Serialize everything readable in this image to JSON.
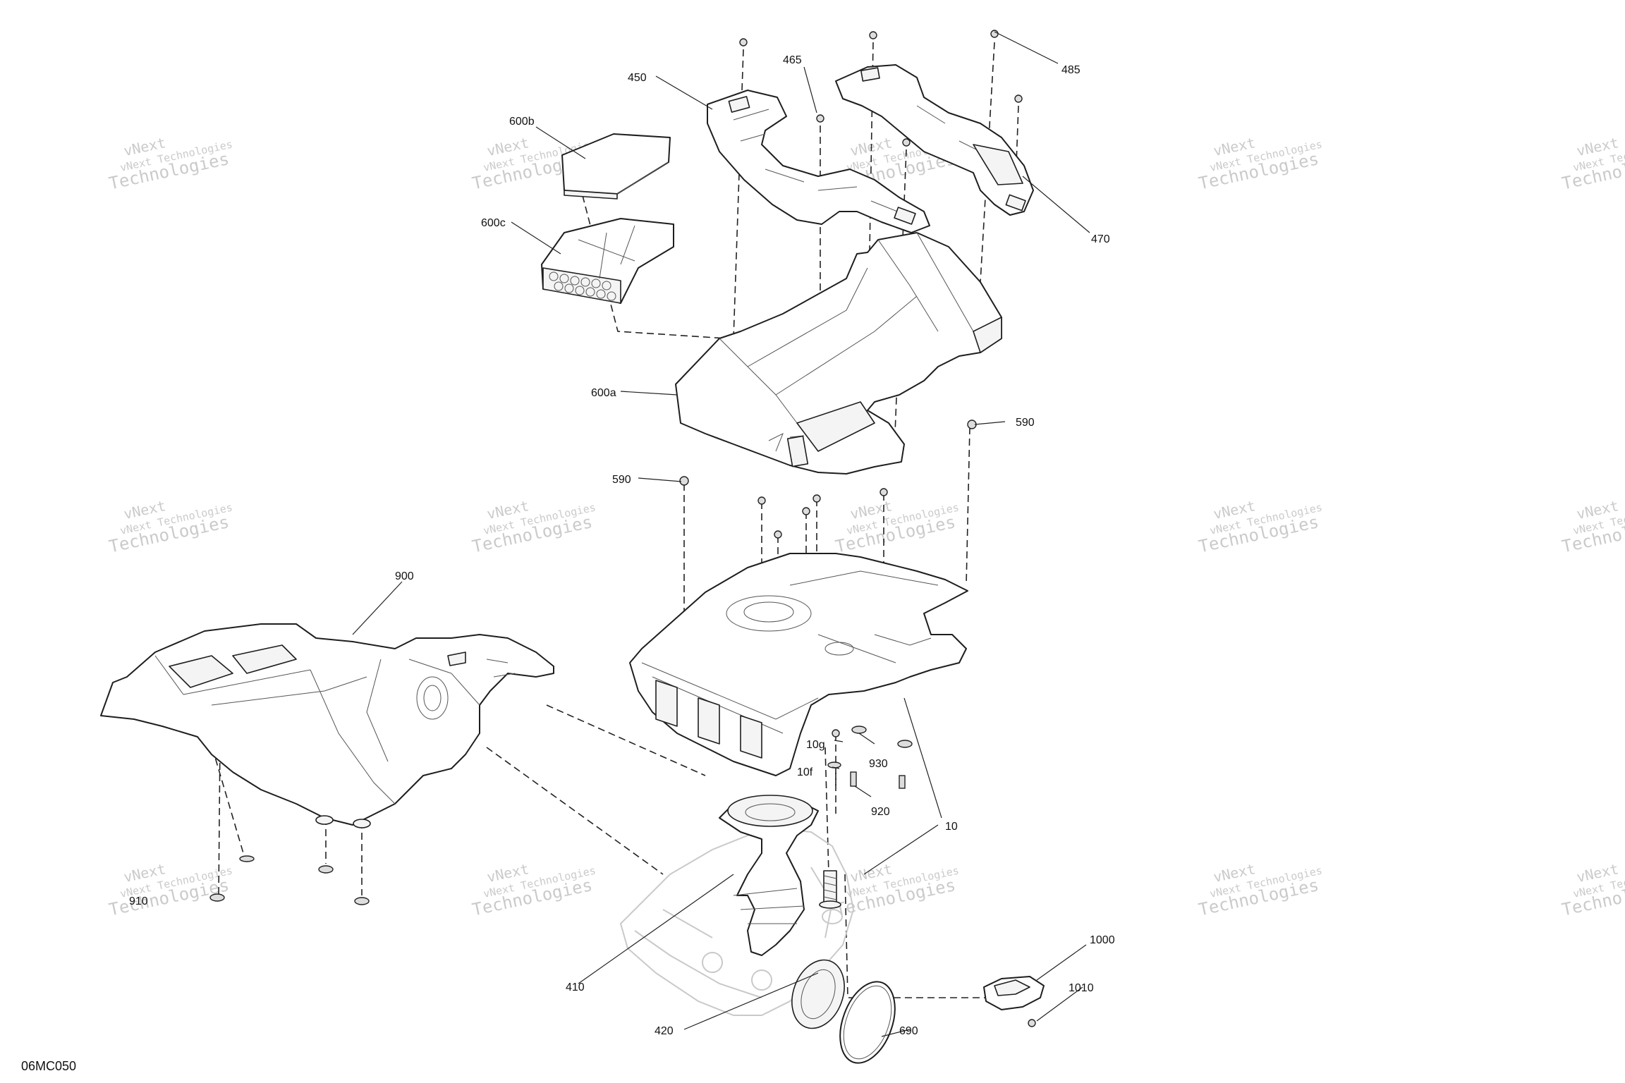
{
  "diagram_code": "06MC050",
  "watermark": {
    "line1": "vNext",
    "line2": "vNext Technologies",
    "line3": "Technologies"
  },
  "labels": {
    "l450": "450",
    "l465": "465",
    "l485": "485",
    "l470": "470",
    "l600b": "600b",
    "l600c": "600c",
    "l600a": "600a",
    "l590a": "590",
    "l590b": "590",
    "l900": "900",
    "l10g": "10g",
    "l10f": "10f",
    "l930": "930",
    "l920": "920",
    "l10": "10",
    "l910": "910",
    "l1000": "1000",
    "l1010": "1010",
    "l410": "410",
    "l420": "420",
    "l690": "690"
  }
}
